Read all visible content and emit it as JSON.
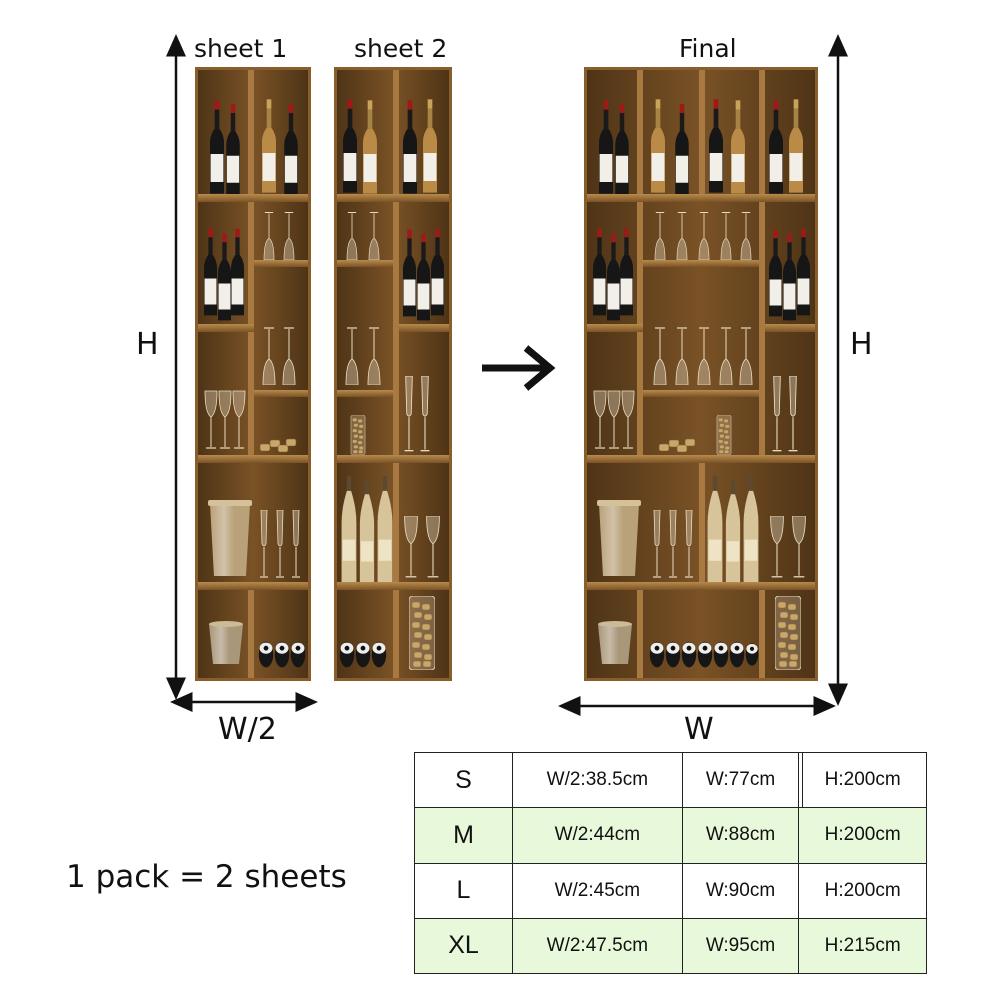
{
  "labels": {
    "sheet1": "sheet 1",
    "sheet2": "sheet 2",
    "final": "Final",
    "height_left": "H",
    "height_right": "H",
    "half_width": "W/2",
    "width": "W",
    "pack_note": "1 pack = 2 sheets"
  },
  "size_table": {
    "rows": [
      {
        "size": "S",
        "half_width": "W/2:38.5cm",
        "width": "W:77cm",
        "height": "H:200cm",
        "highlight": false
      },
      {
        "size": "M",
        "half_width": "W/2:44cm",
        "width": "W:88cm",
        "height": "H:200cm",
        "highlight": true
      },
      {
        "size": "L",
        "half_width": "W/2:45cm",
        "width": "W:90cm",
        "height": "H:200cm",
        "highlight": false
      },
      {
        "size": "XL",
        "half_width": "W/2:47.5cm",
        "width": "W:95cm",
        "height": "H:215cm",
        "highlight": true
      }
    ]
  },
  "colors": {
    "wood_dark": "#5a3c1a",
    "wood_mid": "#7a5226",
    "wood_light": "#a87a42",
    "highlight_row": "#e8f8da"
  },
  "icons": [
    "right-arrow-icon",
    "wine-bottle-icon",
    "wine-glass-icon",
    "ice-bucket-icon",
    "cork-jar-icon"
  ]
}
